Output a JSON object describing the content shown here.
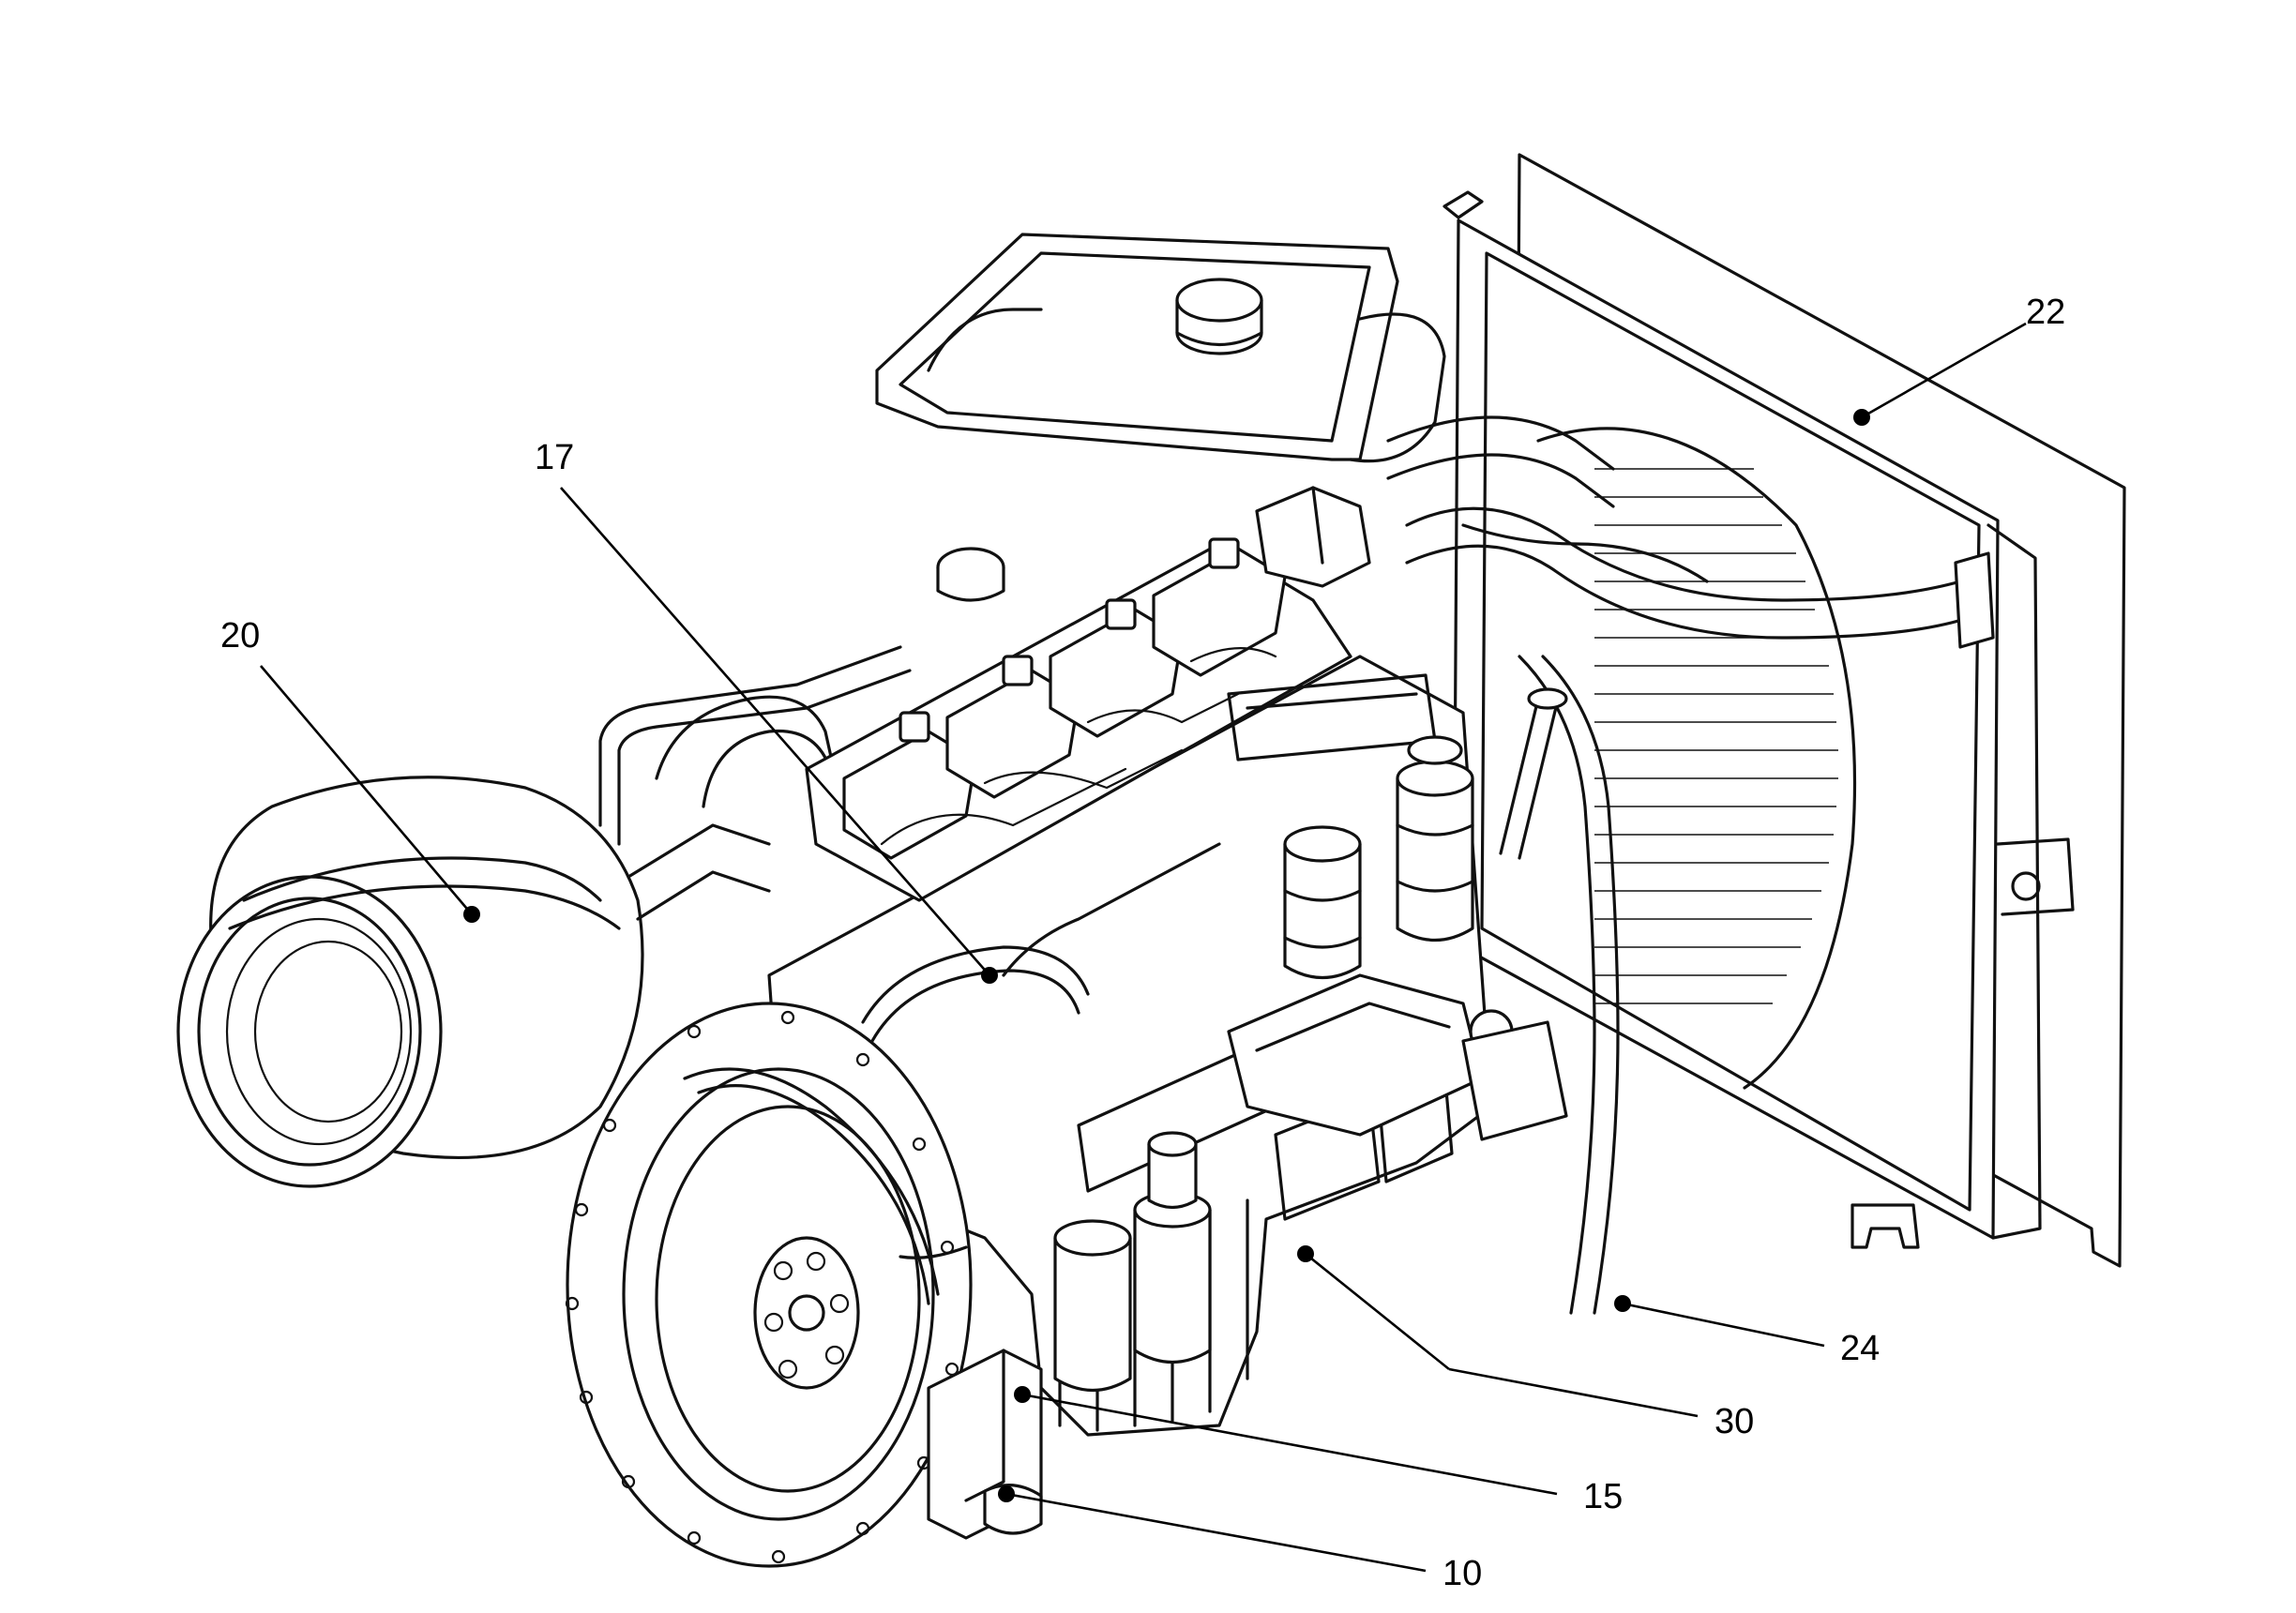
{
  "diagram": {
    "callouts": [
      {
        "id": "c22",
        "label": "22"
      },
      {
        "id": "c17",
        "label": "17"
      },
      {
        "id": "c20",
        "label": "20"
      },
      {
        "id": "c24",
        "label": "24"
      },
      {
        "id": "c30",
        "label": "30"
      },
      {
        "id": "c15",
        "label": "15"
      },
      {
        "id": "c10",
        "label": "10"
      }
    ]
  }
}
